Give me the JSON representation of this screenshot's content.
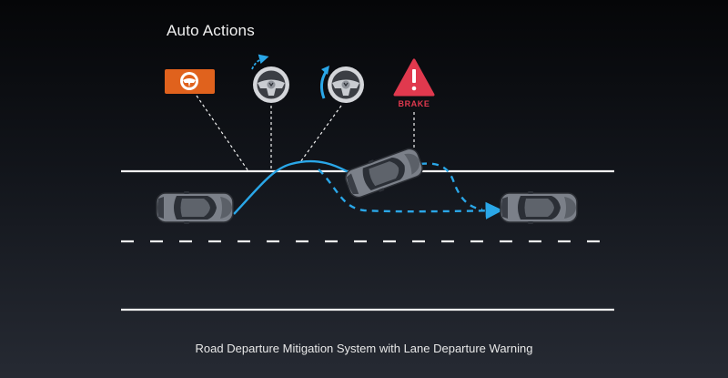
{
  "header": {
    "title": "Auto Actions"
  },
  "icons": {
    "warning_display": "steering-wheel-warning-icon",
    "steer_correction_1": "steering-wheel-right-icon",
    "steer_correction_2": "steering-wheel-left-icon",
    "brake_warning": "warning-triangle-icon"
  },
  "labels": {
    "brake": "BRAKE"
  },
  "caption": {
    "text": "Road Departure Mitigation System with Lane Departure Warning"
  },
  "colors": {
    "accent_orange": "#e0621d",
    "path_blue": "#2aa7e8",
    "brake_red": "#e0394e",
    "lane_white": "#f2f2f2"
  }
}
